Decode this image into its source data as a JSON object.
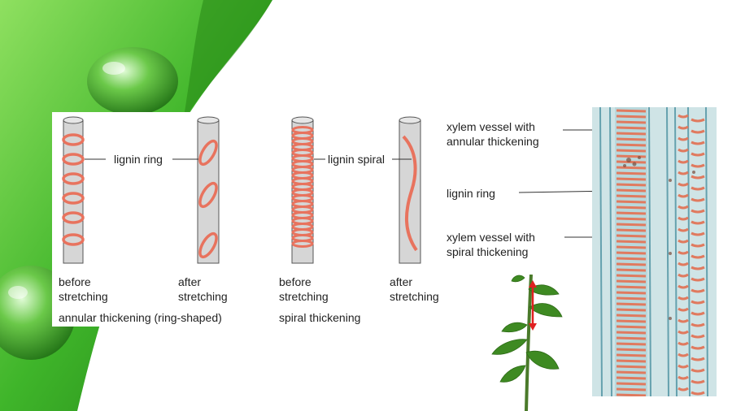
{
  "labels": {
    "lignin_ring": "lignin ring",
    "lignin_spiral": "lignin spiral",
    "annular_before": "before stretching",
    "annular_after": "after stretching",
    "spiral_before": "before stretching",
    "spiral_after": "after stretching",
    "annular_caption": "annular thickening (ring-shaped)",
    "spiral_caption": "spiral thickening"
  },
  "photo_labels": {
    "annular_vessel": "xylem vessel with annular thickening",
    "lignin_ring": "lignin ring",
    "spiral_vessel": "xylem vessel with spiral thickening"
  },
  "colors": {
    "green_dark": "#2f9a1c",
    "green_light": "#7ed957",
    "tube": "#d6d6d6",
    "tube_stroke": "#555555",
    "lignin": "#e8735e",
    "stem_arrow": "#e02020",
    "stain_blue": "#7fb6c2"
  }
}
